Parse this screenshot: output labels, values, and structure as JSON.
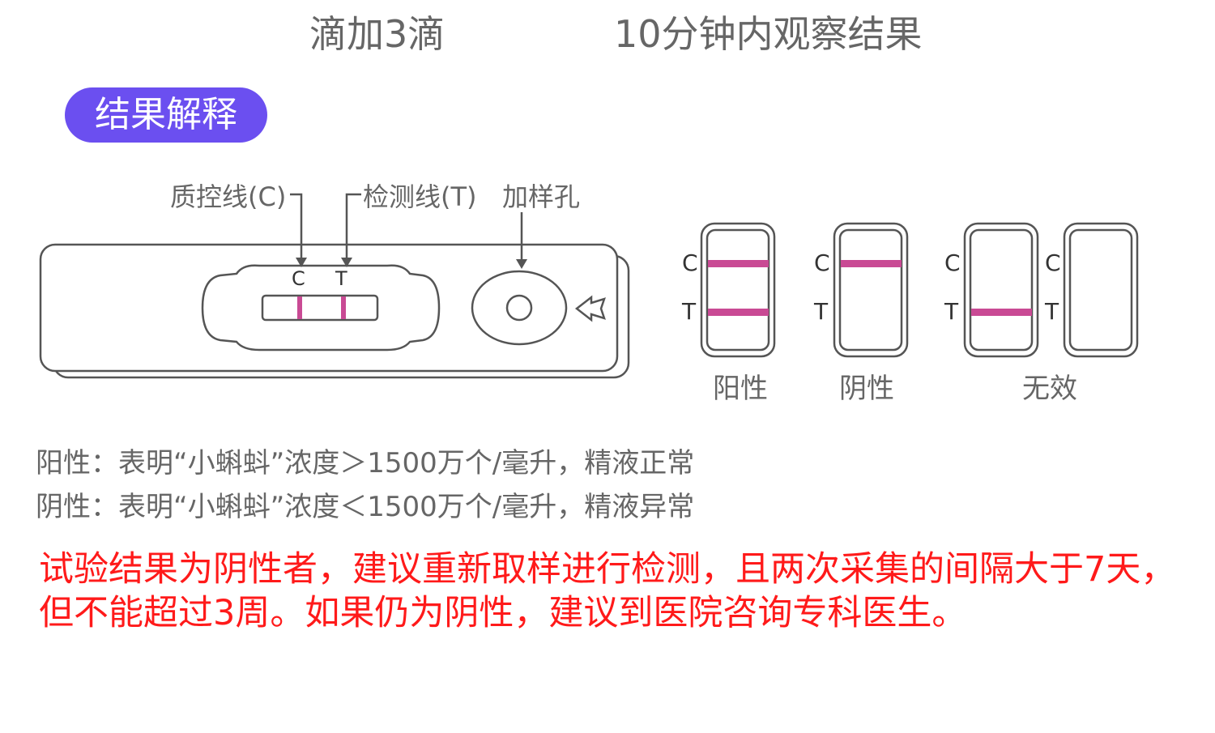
{
  "header": {
    "step_drop": "滴加3滴",
    "step_observe": "10分钟内观察结果"
  },
  "section_badge": "结果解释",
  "device": {
    "callout_control": "质控线(C)",
    "callout_test": "检测线(T)",
    "callout_sample": "加样孔",
    "window_label_c": "C",
    "window_label_t": "T"
  },
  "results": {
    "label_c": "C",
    "label_t": "T",
    "positive_caption": "阳性",
    "negative_caption": "阴性",
    "invalid_caption": "无效"
  },
  "explanations": {
    "positive": "阳性：表明“小蝌蚪”浓度＞1500万个/毫升，精液正常",
    "negative": "阴性：表明“小蝌蚪”浓度＜1500万个/毫升，精液异常"
  },
  "warning": "试验结果为阴性者，建议重新取样进行检测，且两次采集的间隔大于7天，但不能超过3周。如果仍为阴性，建议到医院咨询专科医生。",
  "colors": {
    "badge": "#6b4ff0",
    "line": "#c94a94",
    "warning_text": "#ff1a1a",
    "outline": "#555555"
  }
}
